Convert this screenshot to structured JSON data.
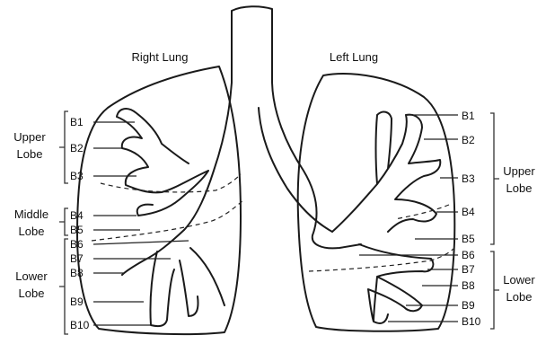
{
  "titles": {
    "right": "Right Lung",
    "left": "Left Lung"
  },
  "lobes": {
    "right_upper": [
      "Upper",
      "Lobe"
    ],
    "right_middle": [
      "Middle",
      "Lobe"
    ],
    "right_lower": [
      "Lower",
      "Lobe"
    ],
    "left_upper": [
      "Upper",
      "Lobe"
    ],
    "left_lower": [
      "Lower",
      "Lobe"
    ]
  },
  "segments": {
    "right": [
      "B1",
      "B2",
      "B3",
      "B4",
      "B5",
      "B6",
      "B7",
      "B8",
      "B9",
      "B10"
    ],
    "left": [
      "B1",
      "B2",
      "B3",
      "B4",
      "B5",
      "B6",
      "B7",
      "B8",
      "B9",
      "B10"
    ]
  }
}
